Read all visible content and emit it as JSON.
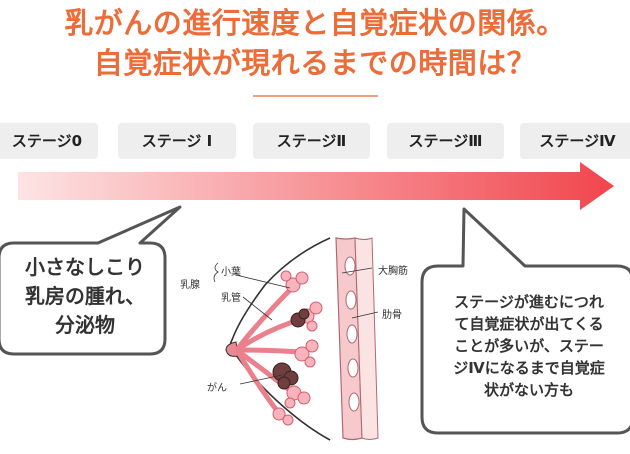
{
  "title": {
    "line1": "乳がんの進行速度と自覚症状の関係。",
    "line2": "自覚症状が現れるまでの時間は？"
  },
  "stages": [
    "ステージ0",
    "ステージ I",
    "ステージⅡ",
    "ステージⅢ",
    "ステージⅣ"
  ],
  "bubble_left": {
    "line1": "小さなしこり",
    "line2": "乳房の腫れ、",
    "line3": "分泌物"
  },
  "bubble_right": {
    "line1": "ステージが進むにつれ",
    "line2": "て自覚症状が出てくる",
    "line3": "ことが多いが、ステー",
    "line4": "ジⅣになるまで自覚症",
    "line5": "状がない方も"
  },
  "labels": {
    "mammary_gland": "乳腺",
    "lobule": "小葉",
    "duct": "乳管",
    "cancer": "がん",
    "pectoralis": "大胸筋",
    "rib": "肋骨"
  },
  "colors": {
    "title": "#ec6d3a",
    "arrow_start": "#fde4e4",
    "arrow_end": "#f1454d",
    "stage_bg": "#eeeeee",
    "bubble_border": "#555555"
  }
}
